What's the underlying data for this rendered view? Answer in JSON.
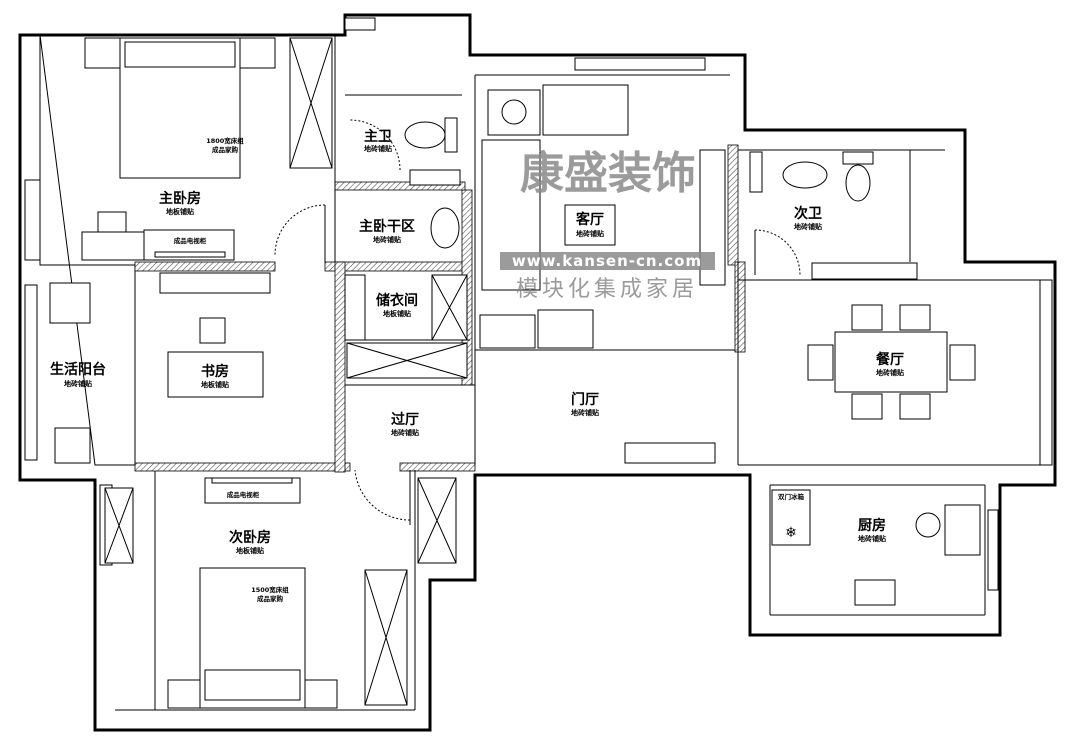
{
  "rooms": {
    "master_bedroom": {
      "name": "主卧房",
      "floor": "地板铺贴"
    },
    "master_bath": {
      "name": "主卫",
      "floor": "地砖铺贴"
    },
    "master_dry_area": {
      "name": "主卧干区",
      "floor": "地砖铺贴"
    },
    "closet": {
      "name": "储衣间",
      "floor": "地板铺贴"
    },
    "living_room": {
      "name": "客厅",
      "floor": "地砖铺贴"
    },
    "second_bath": {
      "name": "次卫",
      "floor": "地砖铺贴"
    },
    "utility_balcony": {
      "name": "生活阳台",
      "floor": "地砖铺贴"
    },
    "study": {
      "name": "书房",
      "floor": "地板铺贴"
    },
    "hallway": {
      "name": "过厅",
      "floor": "地砖铺贴"
    },
    "foyer": {
      "name": "门厅",
      "floor": "地砖铺贴"
    },
    "dining_room": {
      "name": "餐厅",
      "floor": "地砖铺贴"
    },
    "second_bedroom": {
      "name": "次卧房",
      "floor": "地板铺贴"
    },
    "kitchen": {
      "name": "厨房",
      "floor": "地砖铺贴"
    }
  },
  "furniture": {
    "master_bed_line1": "1800宽床组",
    "master_bed_line2": "成品家购",
    "second_bed_line1": "1500宽床组",
    "second_bed_line2": "成品家购",
    "tv_cabinet_master": "成品电视柜",
    "tv_cabinet_second": "成品电视柜",
    "fridge": "双门冰箱"
  },
  "watermark": {
    "brand": "康盛装饰",
    "url": "www.kansen-cn.com",
    "slogan": "模块化集成家居"
  }
}
